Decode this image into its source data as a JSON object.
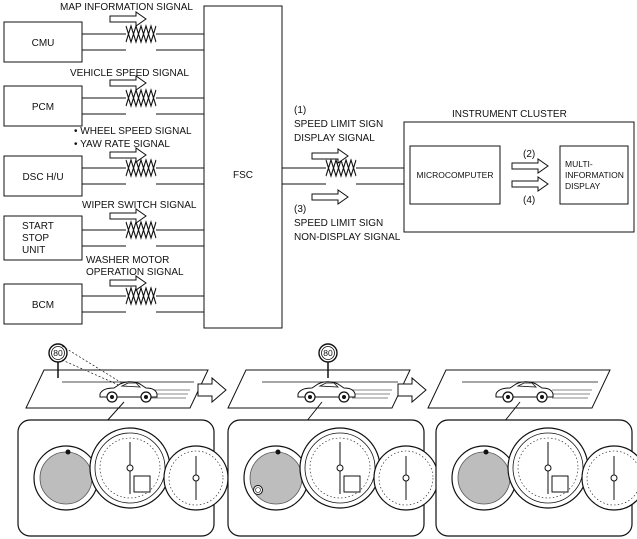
{
  "ecus": {
    "cmu": "CMU",
    "pcm": "PCM",
    "dsc": "DSC H/U",
    "ssu_line1": "START",
    "ssu_line2": "STOP",
    "ssu_line3": "UNIT",
    "bcm": "BCM",
    "fsc": "FSC"
  },
  "signals": {
    "map_info": "MAP INFORMATION SIGNAL",
    "vehicle_speed": "VEHICLE SPEED SIGNAL",
    "wheel_speed": "• WHEEL SPEED SIGNAL",
    "yaw_rate": "• YAW RATE SIGNAL",
    "wiper": "WIPER SWITCH SIGNAL",
    "washer_line1": "WASHER MOTOR",
    "washer_line2": "OPERATION SIGNAL",
    "sig1_num": "(1)",
    "sig1_line1": "SPEED LIMIT SIGN",
    "sig1_line2": "DISPLAY SIGNAL",
    "sig3_num": "(3)",
    "sig3_line1": "SPEED LIMIT SIGN",
    "sig3_line2": "NON-DISPLAY SIGNAL",
    "sig2_num": "(2)",
    "sig4_num": "(4)"
  },
  "cluster": {
    "title": "INSTRUMENT CLUSTER",
    "microcomputer": "MICROCOMPUTER",
    "mid_line1": "MULTI-",
    "mid_line2": "INFORMATION",
    "mid_line3": "DISPLAY"
  },
  "scenes": {
    "sign_value": "80"
  }
}
